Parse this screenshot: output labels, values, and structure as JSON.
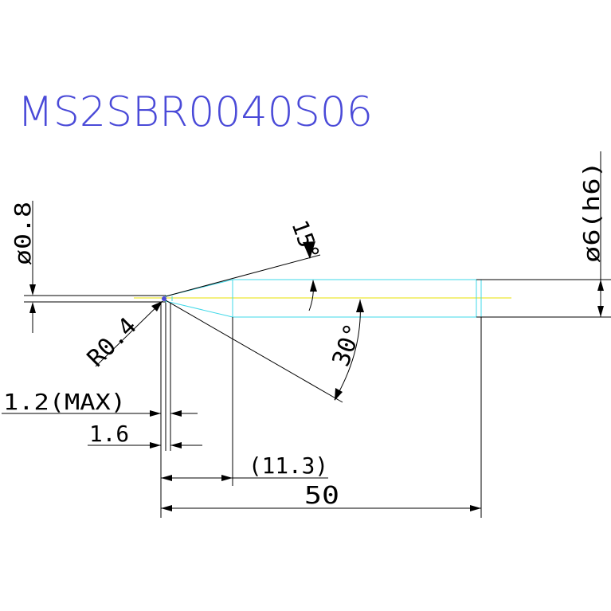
{
  "title": "MS2SBR0040S06",
  "dimensions": {
    "tip_diameter": "ø0.8",
    "angle_15": "15°",
    "shank_diameter": "ø6(h6)",
    "radius": "R0.4",
    "angle_30": "30°",
    "length_max": "1.2(MAX)",
    "length_flute": "1.6",
    "length_neck": "(11.3)",
    "overall_length": "50"
  },
  "colors": {
    "title": "#4a4ad8",
    "lines": "#000000",
    "profile": "#3fd8e8",
    "centerline": "#e8e000"
  }
}
